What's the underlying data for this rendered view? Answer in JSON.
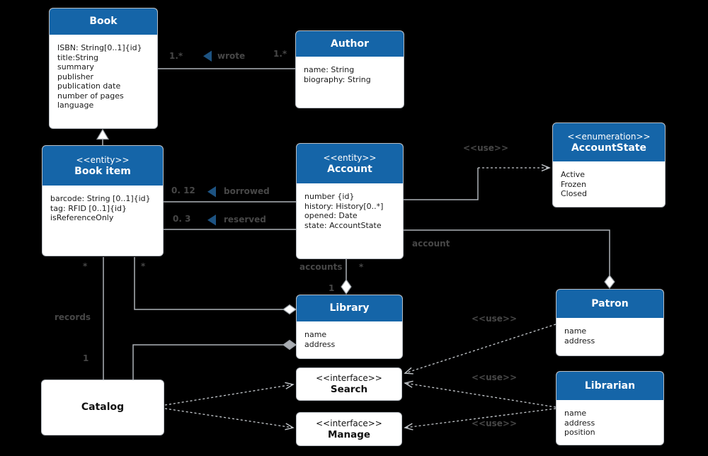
{
  "diagram_title": "Library domain UML class diagram",
  "colors": {
    "background": "#000000",
    "class_header": "#1565a8",
    "class_border": "#b9bec4",
    "edge_line": "#aeb3b8",
    "edge_label": "#474747",
    "direction_triangle": "#1d5382",
    "diamond_gray": "#a9adb2"
  },
  "classes": {
    "book": {
      "title": "Book",
      "attributes": [
        "ISBN: String[0..1]{id}",
        "title:String",
        "summary",
        "publisher",
        "publication date",
        "number of pages",
        "language"
      ]
    },
    "author": {
      "title": "Author",
      "attributes": [
        "name: String",
        "biography: String"
      ]
    },
    "book_item": {
      "stereotype": "<<entity>>",
      "title": "Book item",
      "attributes": [
        "barcode: String [0..1]{id}",
        "tag: RFID [0..1]{id}",
        "isReferenceOnly"
      ]
    },
    "account": {
      "stereotype": "<<entity>>",
      "title": "Account",
      "attributes": [
        "number {id}",
        "history: History[0..*]",
        "opened: Date",
        "state: AccountState"
      ]
    },
    "account_state": {
      "stereotype": "<<enumeration>>",
      "title": "AccountState",
      "attributes": [
        "Active",
        "Frozen",
        "Closed"
      ]
    },
    "library": {
      "title": "Library",
      "attributes": [
        "name",
        "address"
      ]
    },
    "patron": {
      "title": "Patron",
      "attributes": [
        "name",
        "address"
      ]
    },
    "librarian": {
      "title": "Librarian",
      "attributes": [
        "name",
        "address",
        "position"
      ]
    },
    "catalog": {
      "title": "Catalog"
    },
    "search": {
      "stereotype": "<<interface>>",
      "title": "Search"
    },
    "manage": {
      "stereotype": "<<interface>>",
      "title": "Manage"
    }
  },
  "edge_labels": {
    "wrote": "wrote",
    "book_mult": "1.*",
    "author_mult": "1.*",
    "borrowed": "borrowed",
    "borrowed_mult": "0. 12",
    "reserved": "reserved",
    "reserved_mult": "0. 3",
    "use": "<<use>>",
    "account_role": "account",
    "accounts_role": "accounts",
    "records": "records",
    "star": "*",
    "one": "1"
  }
}
